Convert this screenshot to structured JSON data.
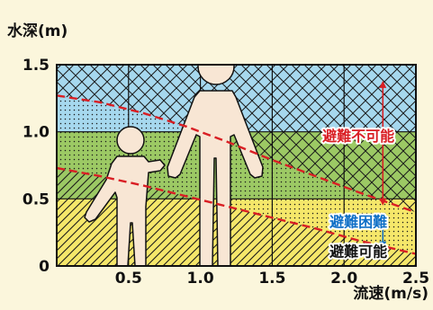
{
  "chart_data": {
    "type": "area",
    "ylabel": "水深(m)",
    "xlabel": "流速(m/s)",
    "xlim": [
      0,
      2.5
    ],
    "ylim": [
      0,
      1.5
    ],
    "x_ticks": [
      {
        "value": 0,
        "label": ""
      },
      {
        "value": 0.5,
        "label": "0.5"
      },
      {
        "value": 1.0,
        "label": "1.0"
      },
      {
        "value": 1.5,
        "label": "1.5"
      },
      {
        "value": 2.0,
        "label": "2.0"
      },
      {
        "value": 2.5,
        "label": "2.5"
      }
    ],
    "y_ticks": [
      {
        "value": 0,
        "label": "0"
      },
      {
        "value": 0.5,
        "label": "0.5"
      },
      {
        "value": 1.0,
        "label": "1.0"
      },
      {
        "value": 1.5,
        "label": "1.5"
      }
    ],
    "origin_label": "0",
    "grid": true,
    "boundaries": [
      {
        "id": "upper",
        "points": [
          [
            0,
            1.27
          ],
          [
            0.3,
            1.22
          ],
          [
            0.6,
            1.14
          ],
          [
            0.9,
            1.04
          ],
          [
            1.2,
            0.92
          ],
          [
            1.5,
            0.79
          ],
          [
            1.8,
            0.67
          ],
          [
            2.1,
            0.55
          ],
          [
            2.5,
            0.4
          ]
        ]
      },
      {
        "id": "lower",
        "points": [
          [
            0,
            0.73
          ],
          [
            0.3,
            0.67
          ],
          [
            0.6,
            0.6
          ],
          [
            0.9,
            0.52
          ],
          [
            1.2,
            0.44
          ],
          [
            1.5,
            0.36
          ],
          [
            1.8,
            0.28
          ],
          [
            2.1,
            0.19
          ],
          [
            2.5,
            0.09
          ]
        ]
      }
    ],
    "bands": [
      {
        "name": "blue",
        "y_from": 1.0,
        "y_to": 1.5,
        "color": "#a6d8ee"
      },
      {
        "name": "green",
        "y_from": 0.5,
        "y_to": 1.0,
        "color": "#9cc964"
      },
      {
        "name": "yellow",
        "y_from": 0,
        "y_to": 0.5,
        "color": "#f5e76a"
      }
    ],
    "annotations": [
      {
        "text": "避難不可能",
        "color": "#d91f24",
        "x": 2.1,
        "y": 0.93
      },
      {
        "text": "避難困難",
        "color": "#0f6fc6",
        "x": 2.1,
        "y": 0.29
      },
      {
        "text": "避難可能",
        "color": "#111111",
        "x": 2.1,
        "y": 0.07
      }
    ],
    "arrows": [
      {
        "color": "#d91f24",
        "x": 2.27,
        "y_from": 0.45,
        "y_to": 1.38
      },
      {
        "color": "#0f6fc6",
        "x": 2.27,
        "y_from": 0.13,
        "y_to": 0.38
      }
    ],
    "colors": {
      "boundary_line": "#d91f24",
      "frame": "#111111",
      "figure": "#f8e6d4",
      "figure_outline": "#111111"
    }
  }
}
